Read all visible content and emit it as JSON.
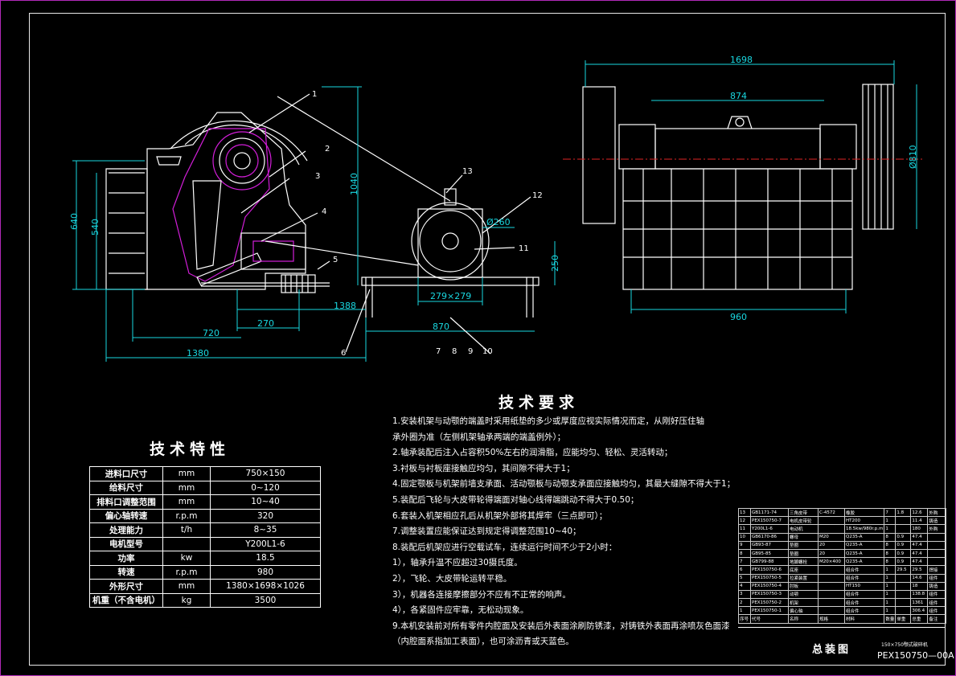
{
  "drawing": {
    "title_block": {
      "name": "总装图",
      "code": "PEX150750—00A",
      "subtitle": "150×750颚式破碎机"
    },
    "colors": {
      "background": "#000000",
      "outline": "#ffffff",
      "dimension": "#19d7e0",
      "hidden": "#2be02b",
      "section": "#d21ed8",
      "centerline": "#e02424"
    }
  },
  "dimensions": {
    "side": {
      "d640": "640",
      "d540": "540",
      "d1040": "1040",
      "d1388": "1388",
      "d720": "720",
      "d270": "270",
      "d1380": "1380",
      "d279": "279×279",
      "d870": "870",
      "d250": "250",
      "d260": "Ø260"
    },
    "front": {
      "d1698": "1698",
      "d874": "874",
      "d810": "Ø810",
      "d960": "960"
    }
  },
  "balloons": [
    "1",
    "2",
    "3",
    "4",
    "5",
    "6",
    "7",
    "8",
    "9",
    "10",
    "11",
    "12",
    "13"
  ],
  "requirements": {
    "heading": "技术要求",
    "items": [
      "1.安装机架与动颚的端盖时采用纸垫的多少或厚度应视实际情况而定，从刚好压住轴",
      "   承外圈为准（左侧机架轴承两端的端盖例外）；",
      "2.轴承装配后注入占容积50%左右的润滑脂，应能均匀、轻松、灵活转动；",
      "3.衬板与衬板座接触应均匀，其间隙不得大于1；",
      "4.固定颚板与机架前墙支承面、活动颚板与动颚支承面应接触均匀，其最大缝隙不得大于1；",
      "5.装配后飞轮与大皮带轮得端面对轴心线得端跳动不得大于0.50；",
      "6.套装入机架相应孔后从机架外部将其焊牢（三点即可）；",
      "7.调整装置应能保证达到规定得调整范围10~40；",
      "8.装配后机架应进行空载试车，连续运行时间不少于2小时：",
      "   1），轴承升温不应超过30摄氏度。",
      "   2），飞轮、大皮带轮运转平稳。",
      "   3），机器各连接摩擦部分不应有不正常的响声。",
      "   4），各紧固件应牢靠，无松动现象。",
      "9.本机安装前对所有零件内腔面及安装后外表面涂刷防锈漆，对铸铁外表面再涂喷灰色面漆",
      "   （内腔面系指加工表面），也可涂沥青或天蓝色。"
    ]
  },
  "specs": {
    "heading": "技术特性",
    "rows": [
      {
        "param": "进料口尺寸",
        "unit": "mm",
        "value": "750×150"
      },
      {
        "param": "给料尺寸",
        "unit": "mm",
        "value": "0~120"
      },
      {
        "param": "排料口调整范围",
        "unit": "mm",
        "value": "10~40"
      },
      {
        "param": "偏心轴转速",
        "unit": "r.p.m",
        "value": "320"
      },
      {
        "param": "处理能力",
        "unit": "t/h",
        "value": "8~35"
      },
      {
        "param": "电机型号",
        "unit": "",
        "value": "Y200L1-6"
      },
      {
        "param": "功率",
        "unit": "kw",
        "value": "18.5"
      },
      {
        "param": "转速",
        "unit": "r.p.m",
        "value": "980"
      },
      {
        "param": "外形尺寸",
        "unit": "mm",
        "value": "1380×1698×1026"
      },
      {
        "param": "机重（不含电机）",
        "unit": "kg",
        "value": "3500"
      }
    ]
  },
  "bom": {
    "rows": [
      [
        "13",
        "GB1171-74",
        "三角皮带",
        "C-4572",
        "橡胶",
        "7",
        "1.8",
        "12.6",
        "外购"
      ],
      [
        "12",
        "PEX150750-7",
        "电机皮带轮",
        "",
        "HT200",
        "1",
        "",
        "11.4",
        "铸造"
      ],
      [
        "11",
        "Y200L1-6",
        "电动机",
        "",
        "18.5kw/980r.p.m",
        "1",
        "",
        "180",
        "外购"
      ],
      [
        "10",
        "GB6170-86",
        "螺母",
        "M20",
        "Q235-A",
        "8",
        "0.9",
        "47.4",
        ""
      ],
      [
        "9",
        "GB93-87",
        "垫圈",
        "20",
        "Q235-A",
        "8",
        "0.9",
        "47.4",
        ""
      ],
      [
        "8",
        "GB95-85",
        "垫圈",
        "20",
        "Q235-A",
        "8",
        "0.9",
        "47.4",
        ""
      ],
      [
        "7",
        "GB799-88",
        "地脚螺栓",
        "M20×400",
        "Q235-A",
        "8",
        "0.9",
        "47.4",
        ""
      ],
      [
        "6",
        "PEX150750-6",
        "底座",
        "",
        "组合件",
        "1",
        "29.5",
        "29.5",
        "焊接"
      ],
      [
        "5",
        "PEX150750-5",
        "拉紧装置",
        "",
        "组合件",
        "1",
        "",
        "14.6",
        "组件"
      ],
      [
        "4",
        "PEX150750-4",
        "肘板",
        "",
        "HT150",
        "1",
        "",
        "18",
        "铸造"
      ],
      [
        "3",
        "PEX150750-3",
        "动颚",
        "",
        "组合件",
        "1",
        "",
        "138.8",
        "组件"
      ],
      [
        "2",
        "PEX150750-2",
        "机架",
        "",
        "组合件",
        "1",
        "",
        "1361",
        "组件"
      ],
      [
        "1",
        "PEX150750-1",
        "偏心轴",
        "",
        "组合件",
        "1",
        "",
        "306.4",
        "组件"
      ],
      [
        "序号",
        "代号",
        "名称",
        "规格",
        "材料",
        "数量",
        "单重",
        "总重",
        "备注"
      ]
    ]
  }
}
